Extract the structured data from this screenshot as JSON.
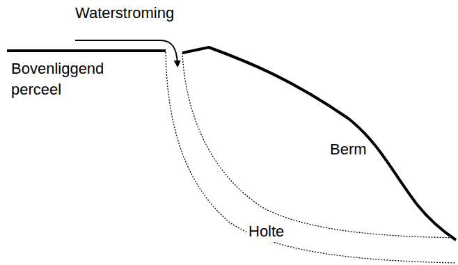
{
  "diagram": {
    "labels": [
      "Waterstroming",
      "Bovenliggend perceel",
      "Berm",
      "Holte"
    ]
  }
}
